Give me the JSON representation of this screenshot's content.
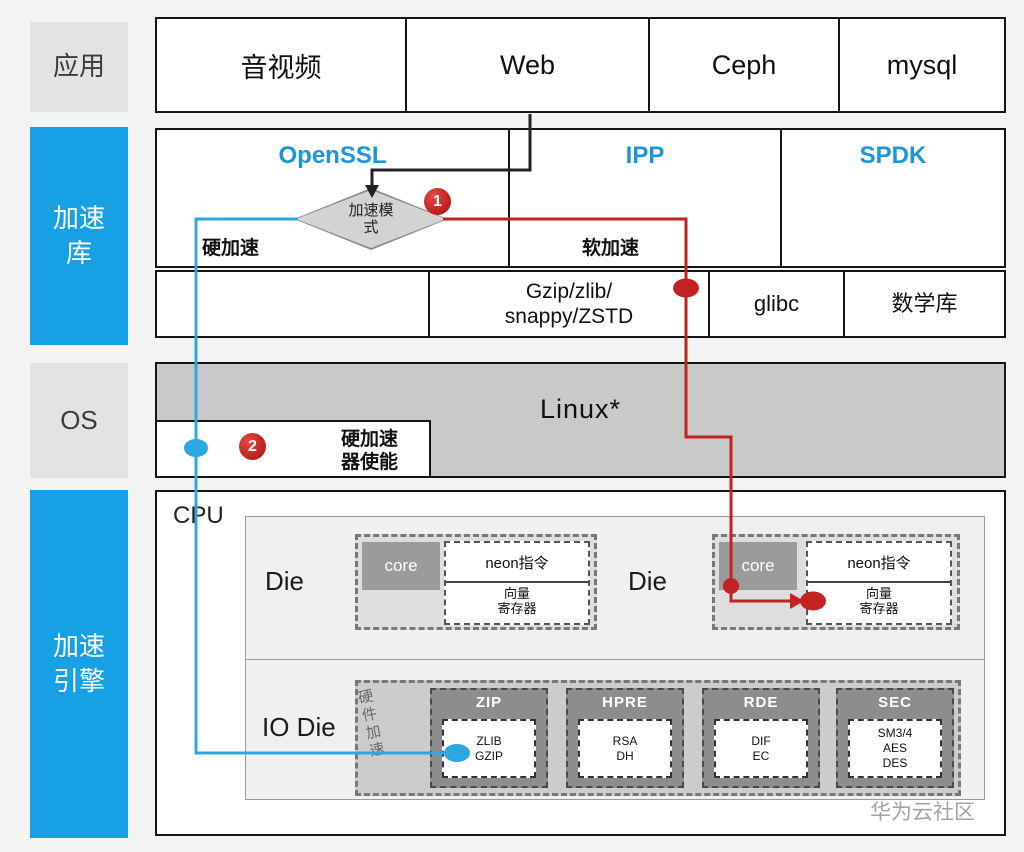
{
  "sidebar": {
    "app": "应用",
    "accel_lib_line1": "加速",
    "accel_lib_line2": "库",
    "os": "OS",
    "engine_line1": "加速",
    "engine_line2": "引擎"
  },
  "app_row": {
    "items": [
      "音视频",
      "Web",
      "Ceph",
      "mysql"
    ]
  },
  "lib_layer": {
    "columns": [
      "OpenSSL",
      "IPP",
      "SPDK"
    ],
    "decision_label": "加速模式",
    "hard_accel": "硬加速",
    "soft_accel": "软加速",
    "step1": "1",
    "step2": "2",
    "row2": {
      "gzip_line1": "Gzip/zlib/",
      "gzip_line2": "snappy/ZSTD",
      "glibc": "glibc",
      "math_lib": "数学库"
    }
  },
  "os_layer": {
    "linux": "Linux*",
    "hw_enable_line1": "硬加速",
    "hw_enable_line2": "器使能"
  },
  "engine_layer": {
    "cpu": "CPU",
    "die_label": "Die",
    "io_die_label": "IO Die",
    "core_label": "core",
    "neon_label": "neon指令",
    "vector_line1": "向量",
    "vector_line2": "寄存器",
    "hw_accel_vertical": "硬件加速",
    "modules": [
      {
        "name": "ZIP",
        "items": [
          "ZLIB",
          "GZIP"
        ]
      },
      {
        "name": "HPRE",
        "items": [
          "RSA",
          "DH"
        ]
      },
      {
        "name": "RDE",
        "items": [
          "DIF",
          "EC"
        ]
      },
      {
        "name": "SEC",
        "items": [
          "SM3/4",
          "AES",
          "DES"
        ]
      }
    ]
  },
  "watermark": "华为云社区",
  "colors": {
    "accent_blue": "#18a0e4",
    "label_blue": "#1b96d8",
    "flow_red": "#c32222",
    "flow_blue": "#2ba7e2"
  }
}
